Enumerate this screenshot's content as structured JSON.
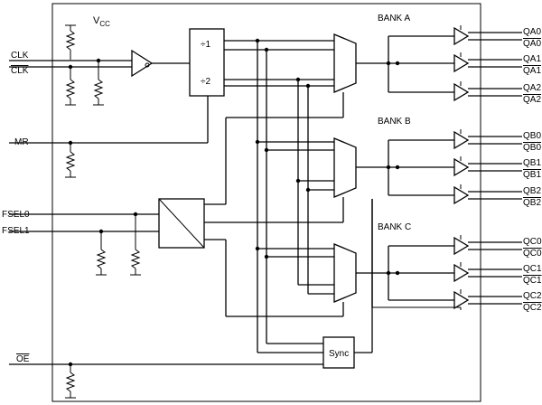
{
  "inputs": {
    "clk": "CLK",
    "clk_bar": "CLK",
    "mr": "MR",
    "fsel0": "FSEL0",
    "fsel1": "FSEL1",
    "oe_bar": "OE"
  },
  "supply": {
    "main": "V",
    "sub": "CC"
  },
  "divider": {
    "div1": "÷1",
    "div2": "÷2"
  },
  "banks": {
    "a": {
      "title": "BANK A",
      "outputs": [
        "QA0",
        "QA0",
        "QA1",
        "QA1",
        "QA2",
        "QA2"
      ]
    },
    "b": {
      "title": "BANK B",
      "outputs": [
        "QB0",
        "QB0",
        "QB1",
        "QB1",
        "QB2",
        "QB2"
      ]
    },
    "c": {
      "title": "BANK C",
      "outputs": [
        "QC0",
        "QC0",
        "QC1",
        "QC1",
        "QC2",
        "QC2"
      ]
    }
  },
  "sync": "Sync"
}
